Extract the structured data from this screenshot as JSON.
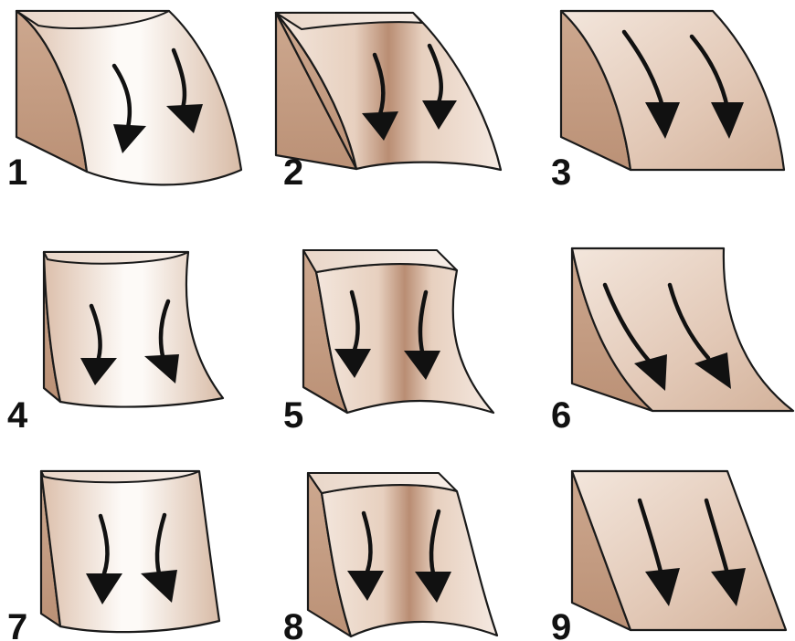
{
  "colors": {
    "side": "#c89f86",
    "face_light": "#fbf6f2",
    "face_mid": "#e8d2c2",
    "face_dark": "#b98d73",
    "outline": "#1a1a1a",
    "arrow": "#111111"
  },
  "panels": [
    {
      "number": "1",
      "shape": "convex-top convex-bottom, curved side"
    },
    {
      "number": "2",
      "shape": "concave curved face"
    },
    {
      "number": "3",
      "shape": "curved wedge, flat face"
    },
    {
      "number": "4",
      "shape": "concave top, narrow"
    },
    {
      "number": "5",
      "shape": "concave, side block"
    },
    {
      "number": "6",
      "shape": "concave ramp"
    },
    {
      "number": "7",
      "shape": "tapered block"
    },
    {
      "number": "8",
      "shape": "concave trapezoid"
    },
    {
      "number": "9",
      "shape": "straight wedge"
    }
  ]
}
